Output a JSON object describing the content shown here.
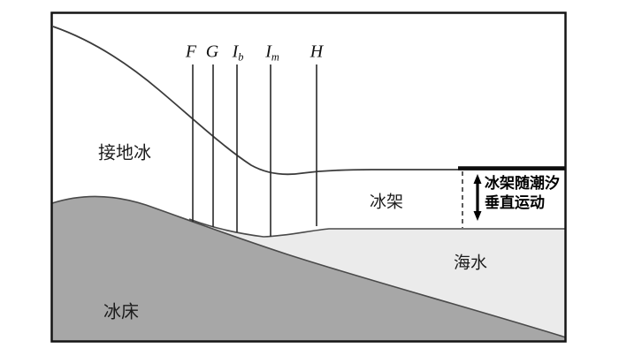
{
  "diagram": {
    "markers": [
      {
        "main": "F",
        "sub": ""
      },
      {
        "main": "G",
        "sub": ""
      },
      {
        "main": "I",
        "sub": "b"
      },
      {
        "main": "I",
        "sub": "m"
      },
      {
        "main": "H",
        "sub": ""
      }
    ],
    "region_labels": {
      "grounded_ice": "接地冰",
      "ice_shelf": "冰架",
      "seawater": "海水",
      "ice_bed": "冰床"
    },
    "tide_note": {
      "line1": "冰架随潮汐",
      "line2": "垂直运动"
    },
    "colors": {
      "bed_fill": "#a7a7a7",
      "water_fill": "#ebebeb"
    }
  }
}
